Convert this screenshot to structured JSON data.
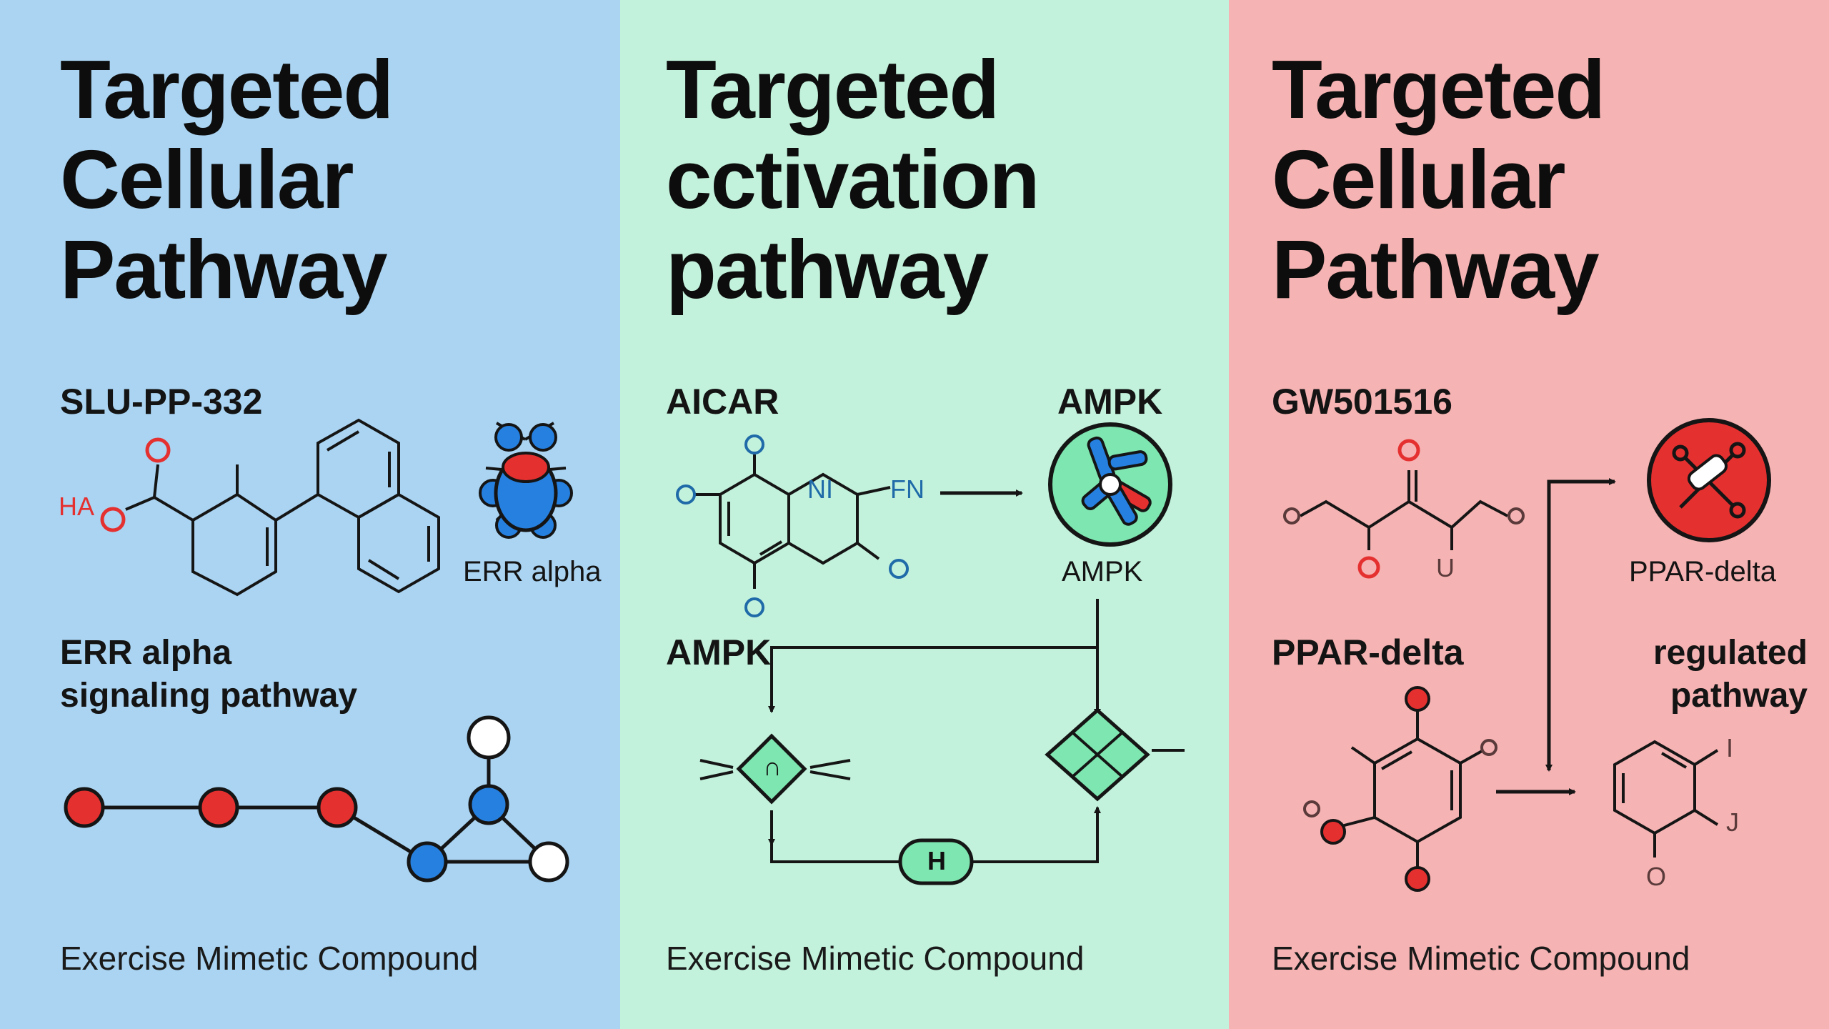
{
  "colors": {
    "panel_blue": "#aad4f2",
    "panel_green": "#c2f2dc",
    "panel_red": "#f6b3b3",
    "atom_red": "#e53030",
    "atom_blue": "#2680e0",
    "accent_green": "#7ee6b0"
  },
  "panels": [
    {
      "title": [
        "Targeted",
        "Cellular",
        "Pathway"
      ],
      "compound": "SLU-PP-332",
      "atom_o": "O",
      "atom_ha": "HA",
      "target": "ERR alpha",
      "subtitle": [
        "ERR alpha",
        "signaling pathway"
      ],
      "footer": "Exercise Mimetic Compound",
      "icon": "protein-icon"
    },
    {
      "title": [
        "Targeted",
        "cctivation",
        "pathway"
      ],
      "compound": "AICAR",
      "atom_o": "O",
      "atom_n": "NI",
      "atom_fn": "FN",
      "target_top": "AMPK",
      "target_bottom": "AMPK",
      "flow_label": "AMPK",
      "gate_symbol": "∩",
      "node_symbol": "H",
      "footer": "Exercise Mimetic Compound",
      "icon": "ampk-complex-icon"
    },
    {
      "title": [
        "Targeted",
        "Cellular",
        "Pathway"
      ],
      "compound": "GW501516",
      "atom_o": "O",
      "atom_u": "U",
      "target": "PPAR-delta",
      "subtitle_left": "PPAR-delta",
      "subtitle_right": [
        "regulated",
        "pathway"
      ],
      "ring_label_i": "I",
      "ring_label_j": "J",
      "footer": "Exercise Mimetic Compound",
      "icon": "ppar-receptor-icon"
    }
  ]
}
